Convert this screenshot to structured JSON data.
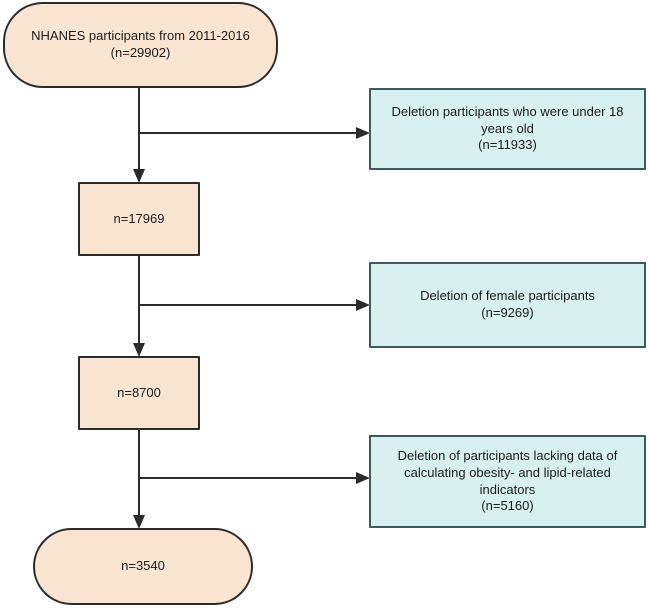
{
  "diagram": {
    "type": "flowchart",
    "title": "NHANES participant selection flowchart",
    "colors": {
      "peach_fill": "#fae5d3",
      "cyan_fill": "#d8f1f0",
      "peach_border": "#2b2b2b",
      "cyan_border": "#3c5a5c",
      "arrow": "#2b2b2b",
      "text": "#1b1b1b",
      "background": "#ffffff"
    },
    "nodes": {
      "start": {
        "id": "start",
        "shape": "stadium",
        "style": "peach",
        "text": "NHANES participants from 2011-2016\n(n=29902)",
        "n": 29902
      },
      "step1": {
        "id": "step1",
        "shape": "rect",
        "style": "peach",
        "text": "n=17969",
        "n": 17969
      },
      "step2": {
        "id": "step2",
        "shape": "rect",
        "style": "peach",
        "text": "n=8700",
        "n": 8700
      },
      "final": {
        "id": "final",
        "shape": "stadium",
        "style": "peach",
        "text": "n=3540",
        "n": 3540
      },
      "exclusion1": {
        "id": "exclusion1",
        "shape": "rect",
        "style": "cyan",
        "text": "Deletion participants who were under 18 years old\n(n=11933)",
        "n": 11933
      },
      "exclusion2": {
        "id": "exclusion2",
        "shape": "rect",
        "style": "cyan",
        "text": "Deletion of female participants\n(n=9269)",
        "n": 9269
      },
      "exclusion3": {
        "id": "exclusion3",
        "shape": "rect",
        "style": "cyan",
        "text": "Deletion of participants lacking data of calculating obesity- and lipid-related indicators\n(n=5160)",
        "n": 5160
      }
    },
    "edges": [
      {
        "from": "start",
        "to": "step1",
        "direction": "down"
      },
      {
        "from": "start",
        "to": "exclusion1",
        "direction": "right"
      },
      {
        "from": "step1",
        "to": "step2",
        "direction": "down"
      },
      {
        "from": "step1",
        "to": "exclusion2",
        "direction": "right"
      },
      {
        "from": "step2",
        "to": "final",
        "direction": "down"
      },
      {
        "from": "step2",
        "to": "exclusion3",
        "direction": "right"
      }
    ]
  }
}
